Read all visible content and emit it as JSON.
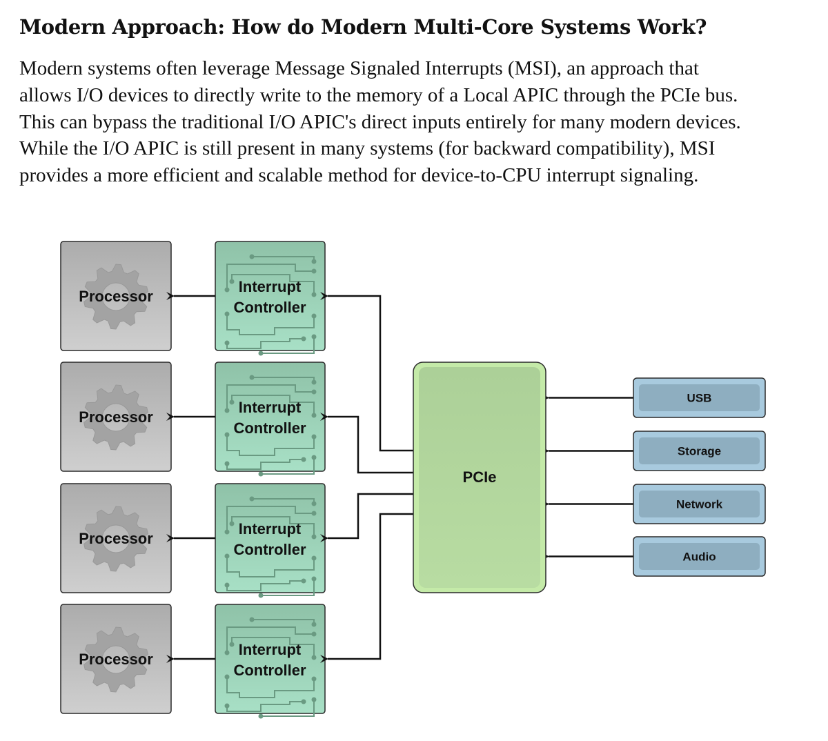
{
  "heading": "Modern Approach: How do Modern Multi-Core Systems Work?",
  "paragraph_lines": [
    "Modern systems often leverage Message Signaled Interrupts (MSI), an approach that",
    "allows I/O devices to directly write to the memory of a Local APIC through the PCIe bus.",
    "This can bypass the traditional I/O APIC's direct inputs entirely for many modern devices.",
    "While the I/O APIC is still present in many systems (for backward compatibility), MSI",
    "provides a more efficient and scalable method for device-to-CPU interrupt signaling."
  ],
  "diagram": {
    "cores": [
      {
        "processor_label": "Processor",
        "controller_label_1": "Interrupt",
        "controller_label_2": "Controller"
      },
      {
        "processor_label": "Processor",
        "controller_label_1": "Interrupt",
        "controller_label_2": "Controller"
      },
      {
        "processor_label": "Processor",
        "controller_label_1": "Interrupt",
        "controller_label_2": "Controller"
      },
      {
        "processor_label": "Processor",
        "controller_label_1": "Interrupt",
        "controller_label_2": "Controller"
      }
    ],
    "bus_label": "PCIe",
    "devices": [
      "USB",
      "Storage",
      "Network",
      "Audio"
    ],
    "colors": {
      "processor_fill_top": "#acacac",
      "processor_fill_bottom": "#cfcfcf",
      "gear": "#a3a3a3",
      "controller_fill_top": "#8fc2a8",
      "controller_fill_bottom": "#a8e0c6",
      "trace": "#6a9a82",
      "bus_fill": "#b0d69a",
      "bus_border_light": "#c4eaa8",
      "device_fill": "#8eaec0",
      "device_border_light": "#a8cade",
      "stroke": "#2a2a2a"
    }
  }
}
